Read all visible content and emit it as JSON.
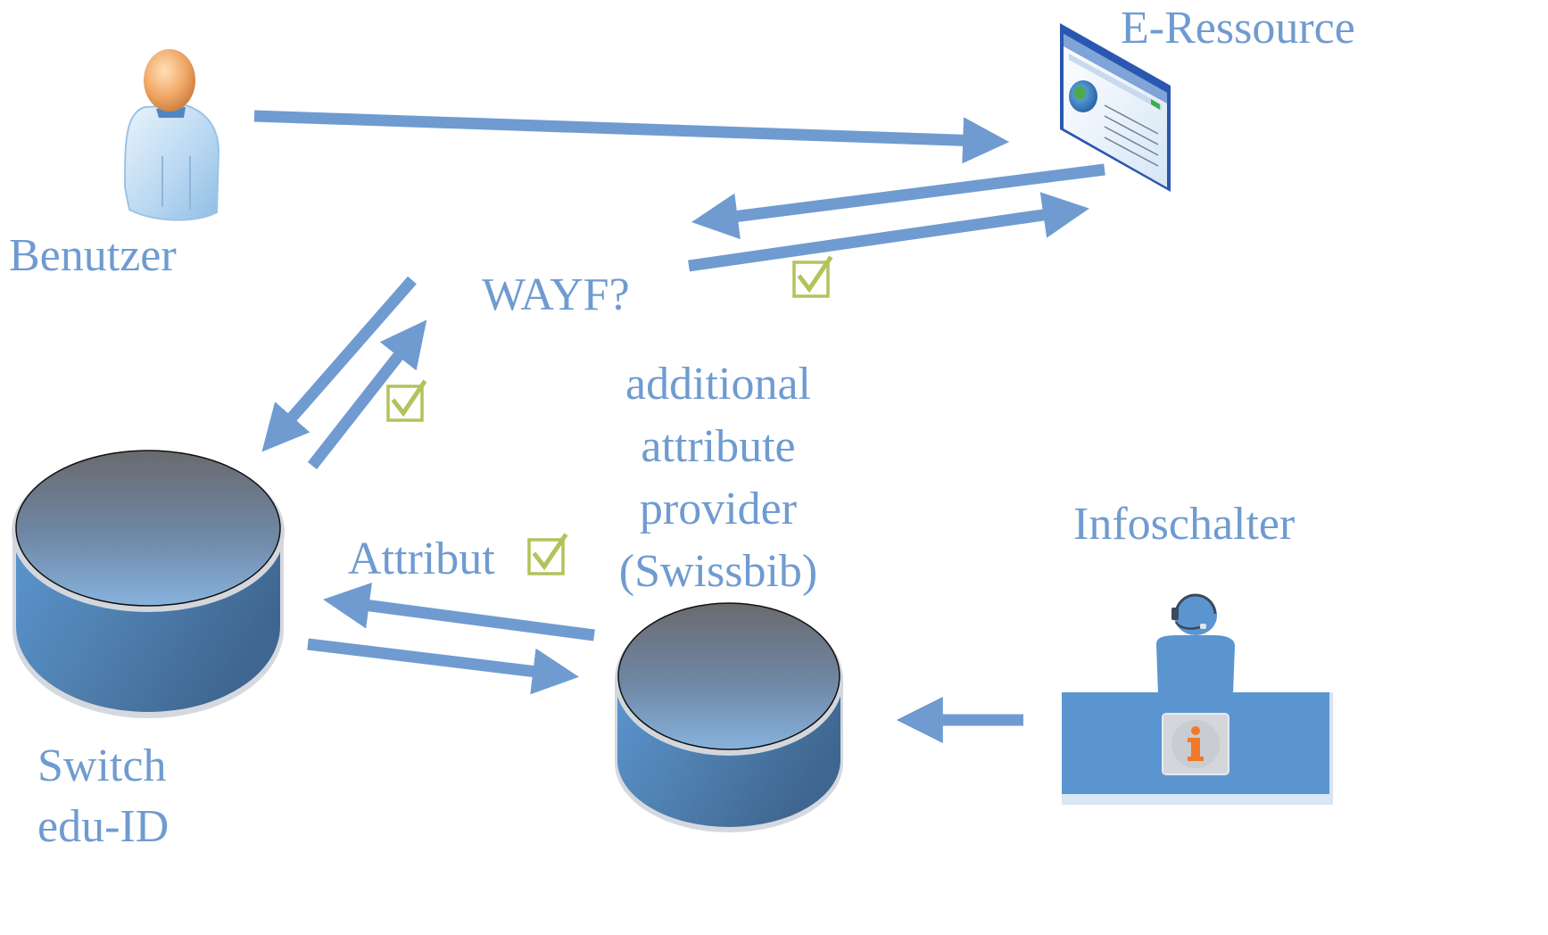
{
  "labels": {
    "user": "Benutzer",
    "resource": "E-Ressource",
    "wayf": "WAYF?",
    "aap_line1": "additional",
    "aap_line2": "attribute",
    "aap_line3": "provider",
    "aap_line4": "(Swissbib)",
    "desk": "Infoschalter",
    "attribute": "Attribut",
    "switch_line1": "Switch",
    "switch_line2": "edu-ID"
  },
  "icons": {
    "user": "person-icon",
    "resource": "web-page-icon",
    "desk": "help-desk-icon",
    "info": "info-icon",
    "check": "checkbox-checked-icon",
    "database": "database-icon"
  },
  "colors": {
    "label": "#6f9bd0",
    "arrow": "#6f9bd0",
    "check": "#b2c35b",
    "info_accent": "#f07a2a"
  }
}
